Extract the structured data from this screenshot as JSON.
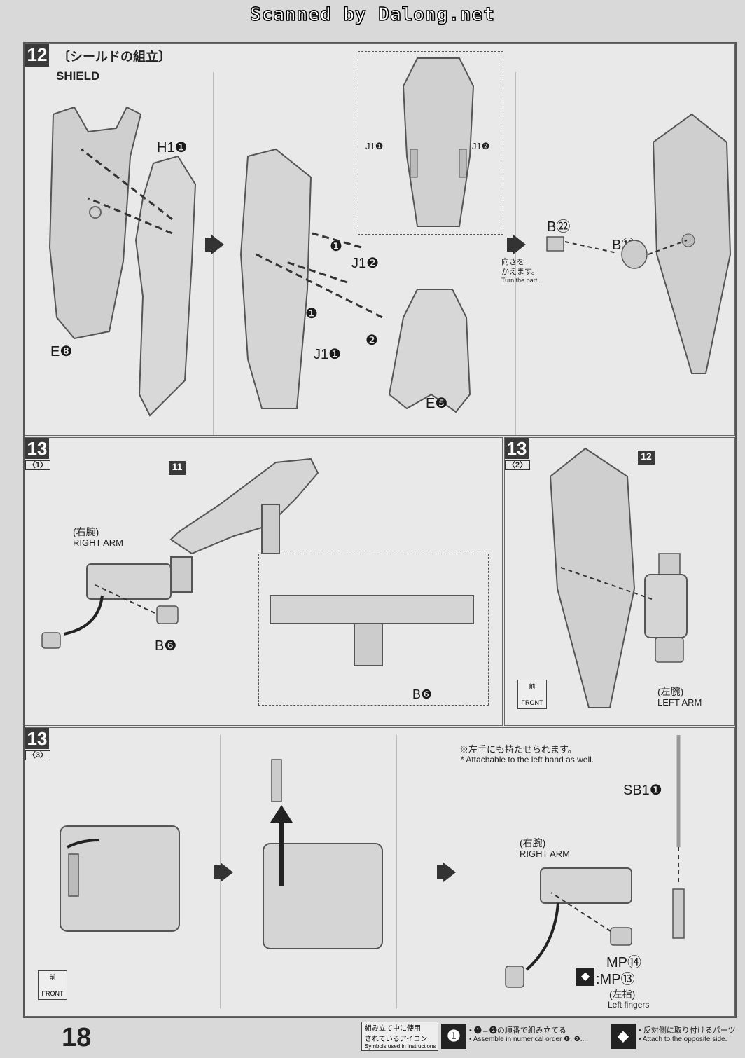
{
  "watermark": "Scanned by Dalong.net",
  "page_number": "18",
  "step12": {
    "number": "12",
    "title_jp": "〔シールドの組立〕",
    "title_en": "SHIELD",
    "parts": {
      "h1": "H1❶",
      "e8": "E❽",
      "j1_2a": "J1❷",
      "j1_1a": "J1❶",
      "j1_1_detail": "J1❶",
      "j1_2_detail": "J1❷",
      "e5": "E❺",
      "b22": "B㉒",
      "b18": "B⑱"
    },
    "order_marks": [
      "❶",
      "❶",
      "❷"
    ],
    "turn_jp_1": "向きを",
    "turn_jp_2": "かえます。",
    "turn_en": "Turn the part."
  },
  "step13_1": {
    "number": "13",
    "sub": "〈1〉",
    "ref": "11",
    "arm_jp": "(右腕)",
    "arm_en": "RIGHT ARM",
    "part_b6": "B❻",
    "part_b6_detail": "B❻"
  },
  "step13_2": {
    "number": "13",
    "sub": "〈2〉",
    "ref": "12",
    "arm_jp": "(左腕)",
    "arm_en": "LEFT ARM",
    "front_jp": "前",
    "front_en": "FRONT"
  },
  "step13_3": {
    "number": "13",
    "sub": "〈3〉",
    "front_jp": "前",
    "front_en": "FRONT",
    "note_jp": "※左手にも持たせられます。",
    "note_en": "* Attachable to the left hand as well.",
    "part_sb1": "SB1❶",
    "arm_jp": "(右腕)",
    "arm_en": "RIGHT ARM",
    "mp14": "MP⑭",
    "mp13": ":MP⑬",
    "fingers_jp": "(左指)",
    "fingers_en": "Left fingers"
  },
  "footer": {
    "legend_jp_1": "組み立て中に使用",
    "legend_jp_2": "されているアイコン",
    "legend_en": "Symbols used in instructions",
    "order_icon": "❶",
    "order_jp": "• ❶→❷の順番で組み立てる",
    "order_en": "• Assemble in numerical order ❶, ❷...",
    "side_jp": "• 反対側に取り付けるパーツ",
    "side_en": "• Attach to the opposite side."
  }
}
